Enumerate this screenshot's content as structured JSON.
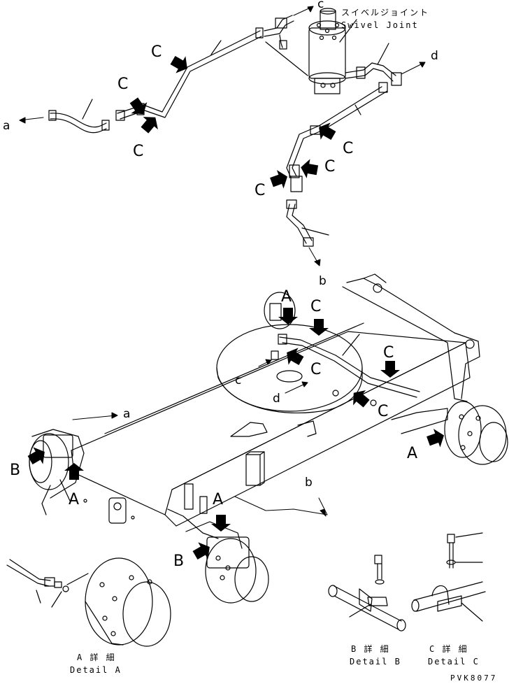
{
  "parts": {
    "swivel_joint_jp": "スイベルジョイント",
    "swivel_joint_en": "Swivel Joint"
  },
  "details": {
    "a_jp": "A 詳 細",
    "a_en": "Detail A",
    "b_jp": "B 詳 細",
    "b_en": "Detail B",
    "c_jp": "C 詳 細",
    "c_en": "Detail C"
  },
  "callouts": {
    "view_a": "A",
    "view_b": "B",
    "view_c": "C",
    "conn_a": "a",
    "conn_b": "b",
    "conn_c": "c",
    "conn_d": "d"
  },
  "drawing_code": "PVK8077"
}
